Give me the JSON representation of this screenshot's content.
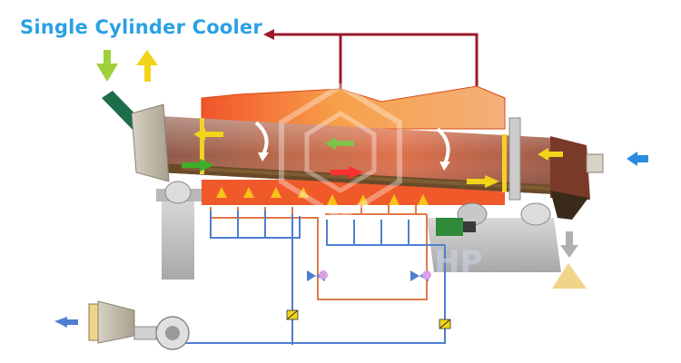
{
  "title": "Single Cylinder Cooler",
  "watermark": "HP",
  "colors": {
    "title": "#2aa1e3",
    "flue_duct": "#9b1b2a",
    "drum_shell": "#a05a44",
    "hot_jacket": "#f05a2a",
    "material_bed": "#6b4a2a",
    "water_pipe": "#4f7fd0",
    "fuel_pipe": "#e07a4a",
    "burner_flame": "#f7c21a",
    "arrow_green": "#3fae2a",
    "arrow_yellow": "#f2d41a",
    "arrow_blue": "#2b8be0",
    "motor_green": "#2f8a3a"
  },
  "icons": [
    "watermark-logo",
    "fan-icon",
    "valve-icon",
    "motor-icon",
    "burner-icon"
  ]
}
